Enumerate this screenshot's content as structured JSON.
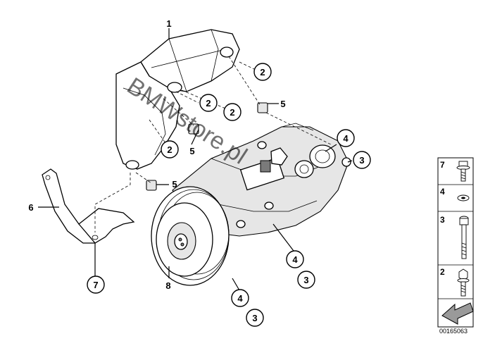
{
  "callouts": [
    {
      "label": "2"
    },
    {
      "label": "2"
    },
    {
      "label": "2"
    },
    {
      "label": "2"
    },
    {
      "label": "3"
    },
    {
      "label": "3"
    },
    {
      "label": "3"
    },
    {
      "label": "4"
    },
    {
      "label": "4"
    },
    {
      "label": "4"
    },
    {
      "label": "7"
    }
  ],
  "plain_labels": [
    {
      "label": "1"
    },
    {
      "label": "5"
    },
    {
      "label": "5"
    },
    {
      "label": "5"
    },
    {
      "label": "6"
    },
    {
      "label": "8"
    }
  ],
  "legend": [
    {
      "number": "7",
      "icon": "bolt-flange-icon"
    },
    {
      "number": "4",
      "icon": "washer-icon"
    },
    {
      "number": "3",
      "icon": "long-bolt-icon"
    },
    {
      "number": "2",
      "icon": "hex-bolt-icon"
    }
  ],
  "legend_arrow_icon": "direction-arrow-icon",
  "watermark": "BMWstore.pl",
  "document_number": "00165063"
}
